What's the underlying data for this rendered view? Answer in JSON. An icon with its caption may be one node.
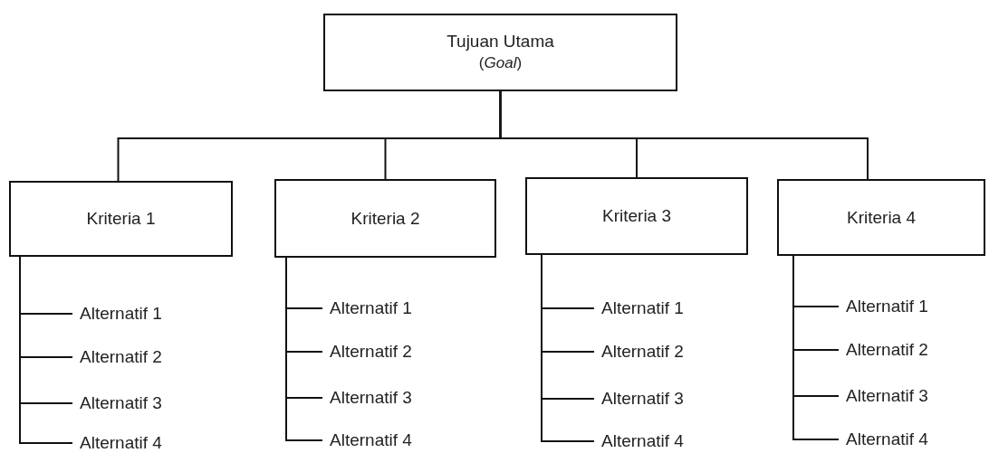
{
  "diagram": {
    "nodes": [
      {
        "text": [
          "Tujuan Utama",
          "(*Goal*)"
        ]
      },
      {
        "text": [
          "Kriteria 1"
        ]
      },
      {
        "text": [
          "Kriteria 2"
        ]
      },
      {
        "text": [
          "Kriteria 3"
        ]
      },
      {
        "text": [
          "Kriteria 4"
        ]
      },
      {
        "text": [
          "Alternatif 1"
        ]
      },
      {
        "text": [
          "Alternatif 2"
        ]
      },
      {
        "text": [
          "Alternatif 3"
        ]
      },
      {
        "text": [
          "Alternatif 4"
        ]
      },
      {
        "text": [
          "Alternatif 1"
        ]
      },
      {
        "text": [
          "Alternatif 2"
        ]
      },
      {
        "text": [
          "Alternatif 3"
        ]
      },
      {
        "text": [
          "Alternatif 4"
        ]
      },
      {
        "text": [
          "Alternatif 1"
        ]
      },
      {
        "text": [
          "Alternatif 2"
        ]
      },
      {
        "text": [
          "Alternatif 3"
        ]
      },
      {
        "text": [
          "Alternatif 4"
        ]
      },
      {
        "text": [
          "Alternatif 1"
        ]
      },
      {
        "text": [
          "Alternatif 2"
        ]
      },
      {
        "text": [
          "Alternatif 3"
        ]
      },
      {
        "text": [
          "Alternatif 4"
        ]
      }
    ],
    "edges": [
      {
        "from": 0,
        "to": 1,
        "arrow": "none"
      },
      {
        "from": 0,
        "to": 2,
        "arrow": "none"
      },
      {
        "from": 0,
        "to": 3,
        "arrow": "none"
      },
      {
        "from": 0,
        "to": 4,
        "arrow": "none"
      },
      {
        "from": 1,
        "to": 5,
        "arrow": "none"
      },
      {
        "from": 1,
        "to": 6,
        "arrow": "none"
      },
      {
        "from": 1,
        "to": 7,
        "arrow": "none"
      },
      {
        "from": 1,
        "to": 8,
        "arrow": "none"
      },
      {
        "from": 2,
        "to": 9,
        "arrow": "none"
      },
      {
        "from": 2,
        "to": 10,
        "arrow": "none"
      },
      {
        "from": 2,
        "to": 11,
        "arrow": "none"
      },
      {
        "from": 2,
        "to": 12,
        "arrow": "none"
      },
      {
        "from": 3,
        "to": 13,
        "arrow": "none"
      },
      {
        "from": 3,
        "to": 14,
        "arrow": "none"
      },
      {
        "from": 3,
        "to": 15,
        "arrow": "none"
      },
      {
        "from": 3,
        "to": 16,
        "arrow": "none"
      },
      {
        "from": 4,
        "to": 17,
        "arrow": "none"
      },
      {
        "from": 4,
        "to": 18,
        "arrow": "none"
      },
      {
        "from": 4,
        "to": 19,
        "arrow": "none"
      },
      {
        "from": 4,
        "to": 20,
        "arrow": "none"
      }
    ]
  }
}
